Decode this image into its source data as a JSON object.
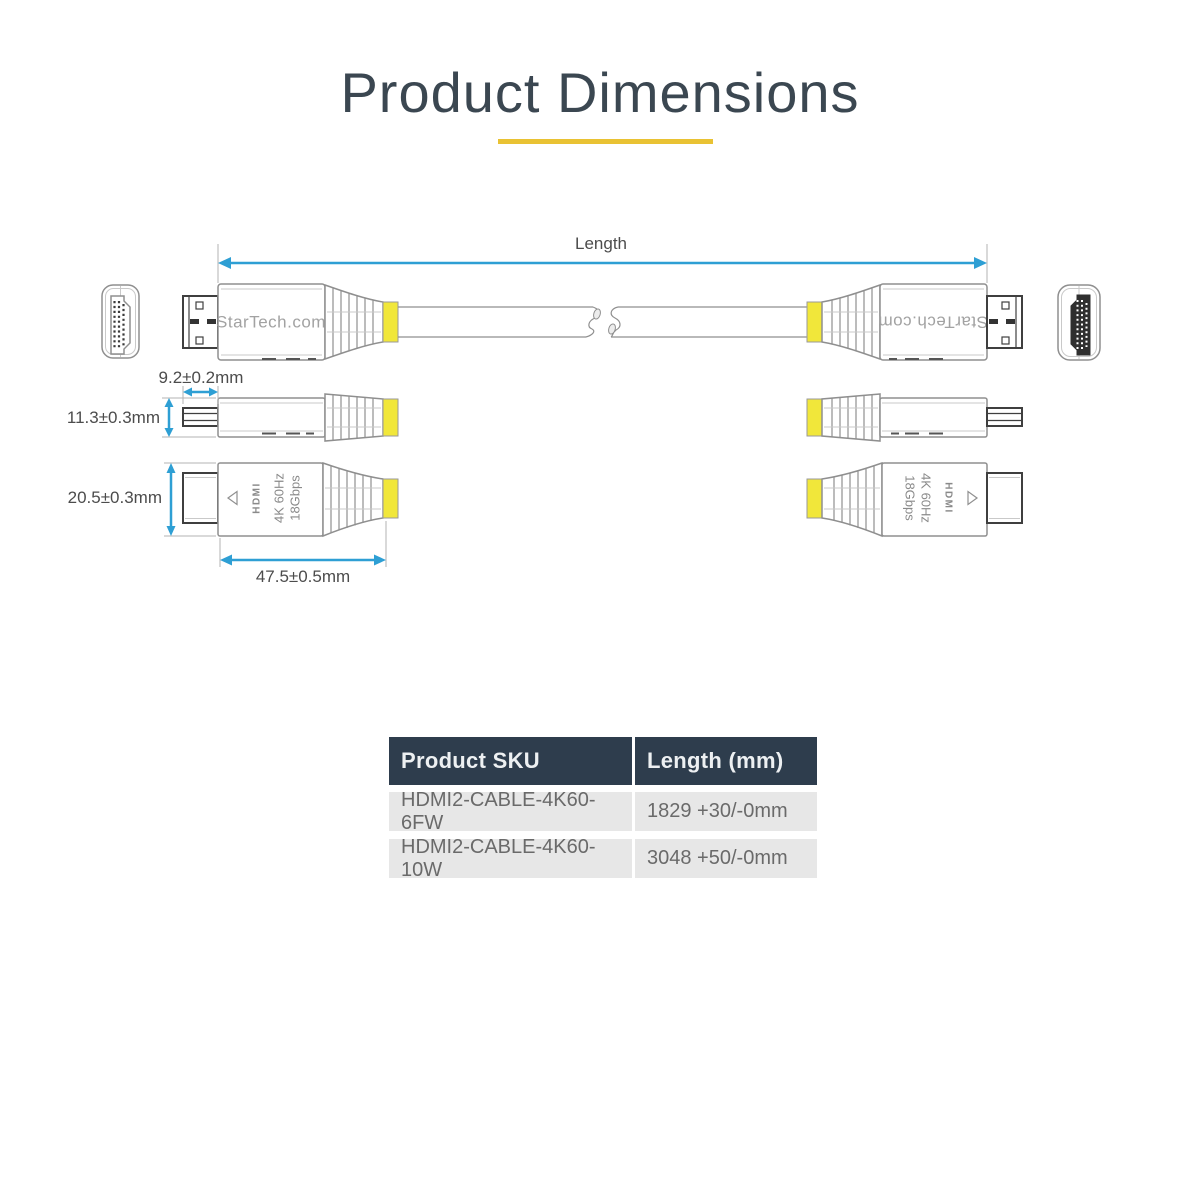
{
  "page": {
    "title": "Product Dimensions"
  },
  "colors": {
    "title_text": "#3b4751",
    "accent_underline": "#e9c233",
    "dimension_blue": "#2e9fd4",
    "cable_band_yellow": "#f1e73a",
    "diagram_line_gray": "#8f8f8f",
    "table_header_bg": "#2e3d4d",
    "table_header_text": "#edf0f2",
    "table_row_bg": "#e7e7e7",
    "table_row_text": "#6a6a6a"
  },
  "diagram": {
    "length_label": "Length",
    "brand_left": "StarTech.com",
    "brand_right": "StarTech.com",
    "dimensions": {
      "plug_width": "9.2±0.2mm",
      "housing_height": "11.3±0.3mm",
      "connector_height": "20.5±0.3mm",
      "connector_length": "47.5±0.5mm"
    },
    "markings": {
      "hdmi_logo": "HDMI",
      "resolution": "4K 60Hz",
      "bandwidth": "18Gbps"
    }
  },
  "table": {
    "headers": [
      "Product SKU",
      "Length (mm)"
    ],
    "rows": [
      {
        "sku": "HDMI2-CABLE-4K60-6FW",
        "length": "1829 +30/-0mm"
      },
      {
        "sku": "HDMI2-CABLE-4K60-10W",
        "length": "3048 +50/-0mm"
      }
    ]
  }
}
